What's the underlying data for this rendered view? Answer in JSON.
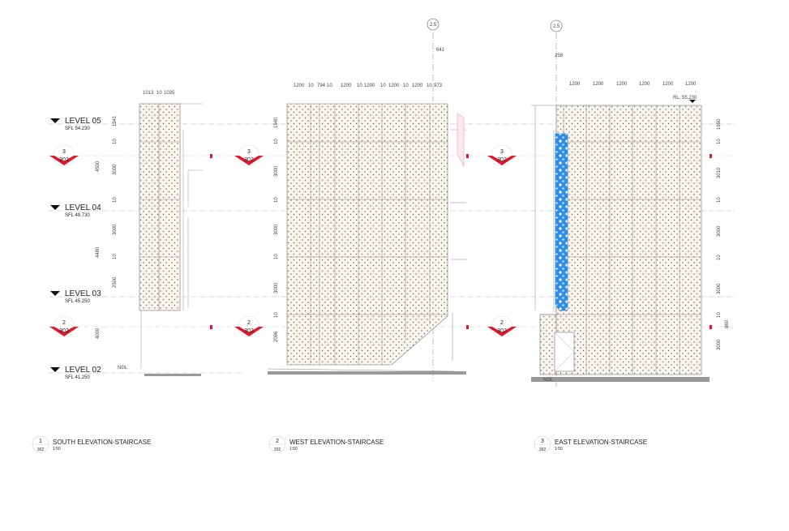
{
  "levels": [
    {
      "name": "LEVEL 05",
      "sfl": "SFL 54.230"
    },
    {
      "name": "LEVEL 04",
      "sfl": "SFL 49.730"
    },
    {
      "name": "LEVEL 03",
      "sfl": "SFL 45.250"
    },
    {
      "name": "LEVEL 02",
      "sfl": "SFL 41.250"
    }
  ],
  "section_markers": [
    {
      "num": "3",
      "sheet": "302"
    },
    {
      "num": "2",
      "sheet": "302"
    }
  ],
  "south": {
    "top_dims": [
      "1013",
      "10",
      "1035"
    ],
    "left_dims": [
      "4500",
      "4480",
      "4000"
    ],
    "inner_dims": [
      "1941",
      "10",
      "3000",
      "10",
      "3000",
      "10",
      "2500"
    ],
    "ngl": "NGL"
  },
  "west": {
    "grid_label": "2.5",
    "offset_dim": "641",
    "top_dims": [
      "1200",
      "10",
      "794",
      "10",
      "1200",
      "10",
      "1200",
      "10",
      "1200",
      "10",
      "1200",
      "10",
      "973"
    ],
    "left_dims": [
      "1940",
      "10",
      "3000",
      "10",
      "3000",
      "10",
      "3000",
      "10",
      "2096"
    ]
  },
  "east": {
    "grid_label": "2.5",
    "offset_dim": "258",
    "top_dims": [
      "1200",
      "1200",
      "1200",
      "1200",
      "1200",
      "1200"
    ],
    "rl": "RL. 55.230",
    "right_dims": [
      "1950",
      "10",
      "3010",
      "10",
      "3000",
      "10",
      "3000",
      "10",
      "3000"
    ],
    "side_dim": "860",
    "ngl": "NGL"
  },
  "titles": [
    {
      "num": "1",
      "sheet": "302",
      "title": "SOUTH ELEVATION-STAIRCASE",
      "scale": "1:50"
    },
    {
      "num": "2",
      "sheet": "202",
      "title": "WEST ELEVATION-STAIRCASE",
      "scale": "1:50"
    },
    {
      "num": "3",
      "sheet": "302",
      "title": "EAST ELEVATION-STAIRCASE",
      "scale": "1:50"
    }
  ],
  "colors": {
    "accent_red": "#e0192b",
    "highlight_blue": "#2f8fe6",
    "panel_fill": "#f7f3ea"
  }
}
